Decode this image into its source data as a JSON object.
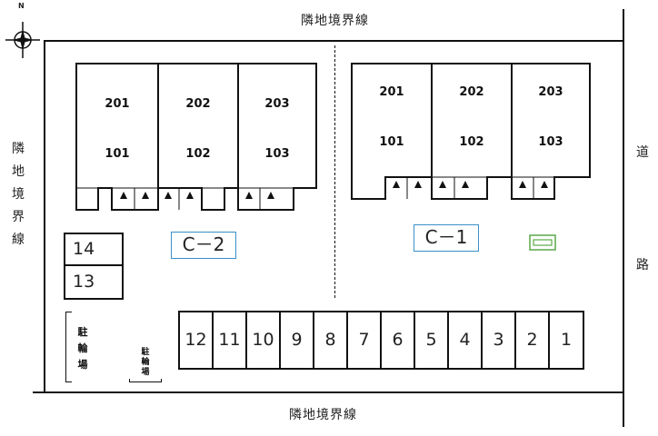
{
  "compass": {
    "north_label": "N",
    "icon": "compass-rose-icon"
  },
  "borders": {
    "top": "隣地境界線",
    "bottom": "隣地境界線",
    "left_chars": [
      "隣",
      "地",
      "境",
      "界",
      "線"
    ],
    "right_road_chars": [
      "道",
      "路"
    ]
  },
  "building_c2": {
    "label": "C－2",
    "units": [
      {
        "upper": "201",
        "lower": "101"
      },
      {
        "upper": "202",
        "lower": "102"
      },
      {
        "upper": "203",
        "lower": "103"
      }
    ]
  },
  "building_c1": {
    "label": "C－1",
    "units": [
      {
        "upper": "201",
        "lower": "101"
      },
      {
        "upper": "202",
        "lower": "102"
      },
      {
        "upper": "203",
        "lower": "103"
      }
    ]
  },
  "small_spaces": {
    "top": "14",
    "bottom": "13"
  },
  "parking_spaces": [
    "12",
    "11",
    "10",
    "9",
    "8",
    "7",
    "6",
    "5",
    "4",
    "3",
    "2",
    "1"
  ],
  "bike_parking": {
    "large_chars": [
      "駐",
      "輪",
      "場"
    ],
    "small_chars": [
      "駐",
      "輪",
      "場"
    ]
  },
  "colors": {
    "label_border": "#3a8fc8",
    "equipment_green": "#5aa84a"
  }
}
